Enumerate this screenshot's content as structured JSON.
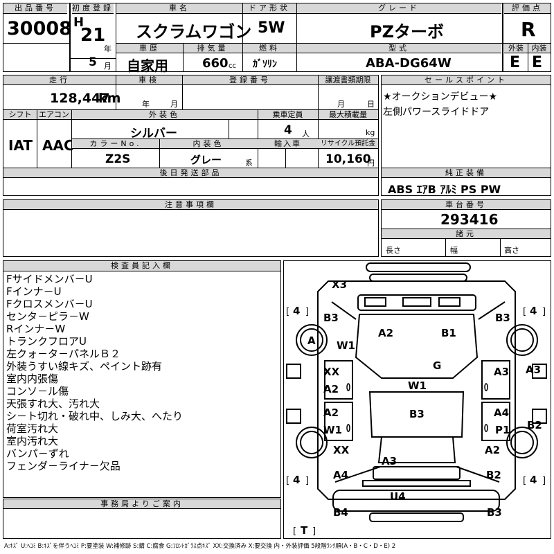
{
  "header": {
    "lot_label": "出品番号",
    "lot_number": "30008",
    "first_reg_label": "初度登録",
    "era": "H",
    "year": "21",
    "year_unit": "年",
    "month": "5",
    "month_unit": "月",
    "car_name_label": "車名",
    "car_name": "スクラムワゴン",
    "door_label": "ドア形状",
    "door": "5W",
    "grade_label": "グレード",
    "grade": "PZターボ",
    "score_label": "評価点",
    "score": "R",
    "ext_label": "外装",
    "int_label": "内装",
    "ext": "E",
    "int": "E",
    "history_label": "車歴",
    "history": "自家用",
    "displacement_label": "排気量",
    "displacement": "660",
    "displacement_unit": "cc",
    "fuel_label": "燃料",
    "fuel": "ｶﾞｿﾘﾝ",
    "model_label": "型式",
    "model": "ABA-DG64W"
  },
  "row2": {
    "mileage_label": "走行",
    "mileage": "128,447",
    "mileage_unit": "km",
    "inspection_label": "車検",
    "insp_year_unit": "年",
    "insp_month_unit": "月",
    "reg_label": "登録番号",
    "transfer_label": "譲渡書類期限",
    "transfer_month_unit": "月",
    "transfer_day_unit": "日",
    "shift_label": "シフト",
    "shift": "IAT",
    "ac_label": "エアコン",
    "ac": "AAC",
    "color_label": "外装色",
    "color": "シルバー",
    "capacity_label": "乗車定員",
    "capacity": "4",
    "capacity_unit": "人",
    "load_label": "最大積載量",
    "load_unit": "kg",
    "color_no_label": "カラーNo.",
    "color_no": "Z2S",
    "int_color_label": "内装色",
    "int_color": "グレー",
    "int_color_unit": "系",
    "import_label": "輸入車",
    "recycle_label": "リサイクル預託金",
    "recycle": "10,160",
    "recycle_unit": "円",
    "later_label": "後日発送部品"
  },
  "sales_point": {
    "label": "セールスポイント",
    "lines": [
      "★オークションデビュー★",
      "左側パワースライドドア"
    ]
  },
  "equipment": {
    "label": "純正装備",
    "value": "ABS ｴｱB ｱﾙﾐ PS PW"
  },
  "caution": {
    "label": "注意事項欄"
  },
  "chassis": {
    "label": "車台番号",
    "value": "293416",
    "specs_label": "諸元",
    "length_label": "長さ",
    "width_label": "幅",
    "height_label": "高さ"
  },
  "inspector": {
    "label": "検査員記入欄",
    "lines": [
      "Fサイドメンバ－U",
      "Fインナ－U",
      "Fクロスメンバ－U",
      "センタ－ピラ－W",
      "Rインナ－W",
      "トランクフロアU",
      "左クォ－タ－パネルＢ２",
      "外装うすい線キズ、ペイント跡有",
      "室内内張傷",
      "コンソ－ル傷",
      "天張すれ大、汚れ大",
      "シ－ト切れ・破れ中、しみ大、へたり",
      "荷室汚れ大",
      "室内汚れ大",
      "バンパ－ずれ",
      "フェンダ－ライナ－欠品"
    ]
  },
  "diagram": {
    "marks": [
      "X3",
      "B3",
      "B3",
      "A",
      "W1",
      "A2",
      "B1",
      "G",
      "XX",
      "A3",
      "A3",
      "A2",
      "W1",
      "A2",
      "B3",
      "A4",
      "W1",
      "P1",
      "B2",
      "XX",
      "A2",
      "A3",
      "A4",
      "B2",
      "U4",
      "B4",
      "B3"
    ],
    "tires": [
      "4",
      "4",
      "4",
      "4",
      "T"
    ]
  },
  "notice": {
    "label": "事務局よりご案内"
  },
  "legend": "A:ｷｽﾞ U:ﾍｺﾐ B:ｷｽﾞを伴うﾍｺﾐ P:要塗装 W:補修跡 S:錆 C:腐食 G:ﾌﾛﾝﾄｶﾞﾗｽ点ｷｽﾞ XX:交換済み X:要交換 内・外装評価 5段階ﾗﾝｸ順(A・B・C・D・E) 2"
}
